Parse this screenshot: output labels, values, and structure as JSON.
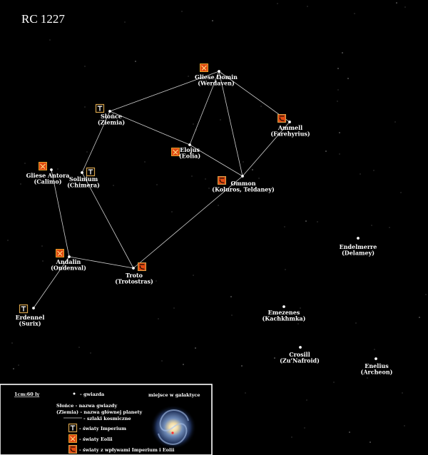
{
  "map": {
    "title": "RC 1227",
    "colors": {
      "background": "#000000",
      "lane": "#cfcfcf",
      "imperium_frame": "#d4a24a",
      "eolia_fill": "#e04a12",
      "mixed_fill": "#e04a12"
    },
    "icon_names": {
      "imperium": "imperium-icon",
      "eolia": "eolia-icon",
      "mixed": "mixed-influence-icon"
    },
    "systems": [
      {
        "id": "gliese-domin",
        "name": "Gliese Domin",
        "planet": "(Werdaven)",
        "icon": "eolia"
      },
      {
        "id": "slonce",
        "name": "Słońce",
        "planet": "(Ziemia)",
        "icon": "imperium"
      },
      {
        "id": "ammell",
        "name": "Ammell",
        "planet": "(Farehyrius)",
        "icon": "mixed"
      },
      {
        "id": "elojus",
        "name": "Elojus",
        "planet": "(Eolia)",
        "icon": "eolia"
      },
      {
        "id": "gliese-antora",
        "name": "Gliese Antora",
        "planet": "(Calimo)",
        "icon": "eolia"
      },
      {
        "id": "solinium",
        "name": "Solinium",
        "planet": "(Chimera)",
        "icon": "imperium"
      },
      {
        "id": "ommon",
        "name": "Ommon",
        "planet": "(Koluros, Teldaney)",
        "icon": "mixed"
      },
      {
        "id": "andalin",
        "name": "Andalin",
        "planet": "(Ondenval)",
        "icon": "eolia"
      },
      {
        "id": "troto",
        "name": "Troto",
        "planet": "(Trotostras)",
        "icon": "mixed"
      },
      {
        "id": "erdennel",
        "name": "Erdennel",
        "planet": "(Surix)",
        "icon": "imperium"
      },
      {
        "id": "endelmerre",
        "name": "Endelmerre",
        "planet": "(Delamey)",
        "icon": ""
      },
      {
        "id": "emezenes",
        "name": "Emezenes",
        "planet": "(Kachkhmka)",
        "icon": ""
      },
      {
        "id": "crosill",
        "name": "Crosill",
        "planet": "(Zu'Nafroid)",
        "icon": ""
      },
      {
        "id": "enelius",
        "name": "Enelius",
        "planet": "(Archeon)",
        "icon": ""
      }
    ],
    "lanes": [
      [
        "slonce",
        "gliese-domin"
      ],
      [
        "gliese-domin",
        "elojus"
      ],
      [
        "gliese-domin",
        "ommon"
      ],
      [
        "gliese-domin",
        "ammell"
      ],
      [
        "slonce",
        "elojus"
      ],
      [
        "slonce",
        "solinium"
      ],
      [
        "elojus",
        "ommon"
      ],
      [
        "ammell",
        "ommon"
      ],
      [
        "solinium",
        "troto"
      ],
      [
        "ommon",
        "troto"
      ],
      [
        "gliese-antora",
        "andalin"
      ],
      [
        "andalin",
        "troto"
      ],
      [
        "andalin",
        "erdennel"
      ]
    ]
  },
  "legend": {
    "scale": "1cm:60 ly",
    "star": "- gwiazda",
    "naming_line1": "Słońce - nazwa gwiazdy",
    "naming_line2": "(Ziemia) - nazwa głównej planety",
    "lanes": "- szlaki kosmiczne",
    "imperium": "- światy Imperium",
    "eolia": "- światy Eolii",
    "mixed": "- światy z wpływami Imperium i Eolii",
    "galaxy_caption": "miejsce w galaktyce"
  }
}
